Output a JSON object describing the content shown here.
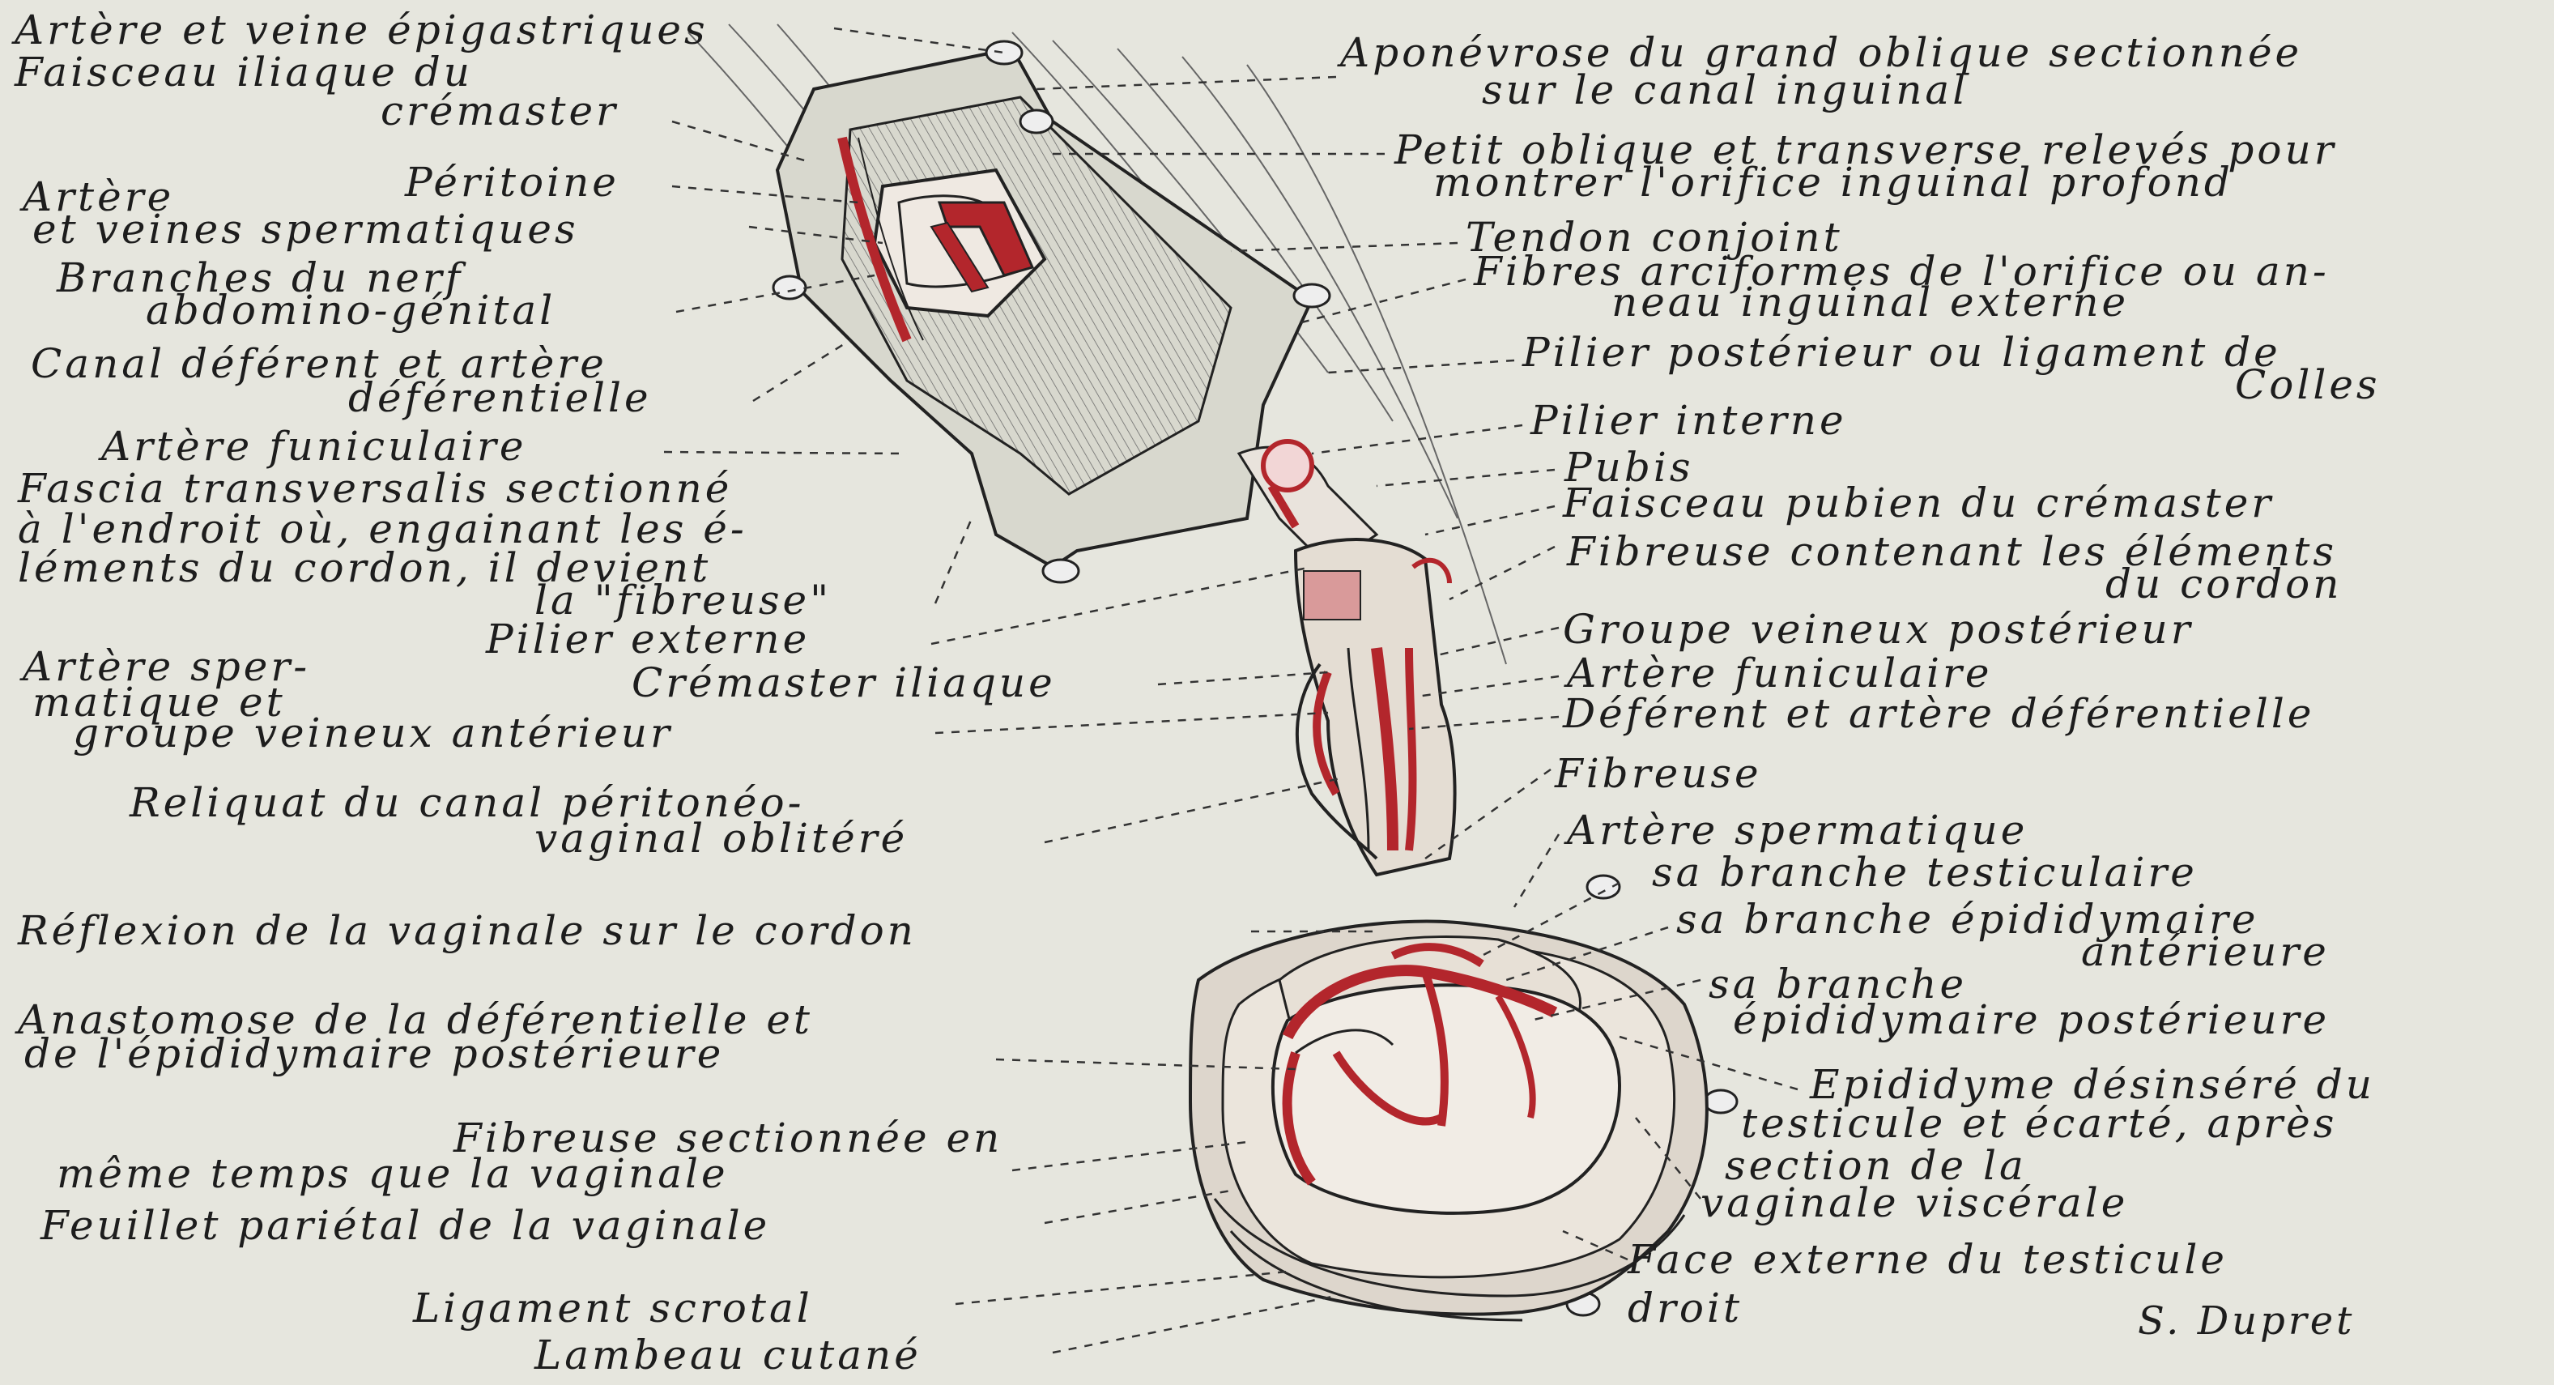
{
  "colors": {
    "background": "#e6e6de",
    "ink": "#1d1d1d",
    "vessel_red": "#b3262c",
    "cremaster_pink": "#d99a9a"
  },
  "labels": {
    "left": [
      "Artère et veine épigastriques",
      "Faisceau iliaque du",
      "crémaster",
      "Péritoine",
      "Artère",
      "et veines spermatiques",
      "Branches du nerf",
      "abdomino-génital",
      "Canal déférent et artère",
      "déférentielle",
      "Artère funiculaire",
      "Fascia transversalis sectionné",
      "à l'endroit où, engainant les é-",
      "léments du cordon, il devient",
      "la \"fibreuse\"",
      "Pilier externe",
      "Artère sper-",
      "matique et",
      "groupe veineux antérieur",
      "Crémaster iliaque",
      "Reliquat du canal péritonéo-",
      "vaginal oblitéré",
      "Réflexion de la vaginale sur le cordon",
      "Anastomose de la déférentielle et",
      "de l'épididymaire postérieure",
      "Fibreuse sectionnée en",
      "même temps que la vaginale",
      "Feuillet pariétal de la vaginale",
      "Ligament scrotal",
      "Lambeau cutané"
    ],
    "right": [
      "Aponévrose du grand oblique sectionnée",
      "sur le canal inguinal",
      "Petit oblique et transverse relevés pour",
      "montrer l'orifice inguinal profond",
      "Tendon conjoint",
      "Fibres arciformes de l'orifice ou an-",
      "neau inguinal externe",
      "Pilier postérieur ou ligament de",
      "Colles",
      "Pilier interne",
      "Pubis",
      "Faisceau pubien du crémaster",
      "Fibreuse contenant les éléments",
      "du cordon",
      "Groupe veineux postérieur",
      "Artère funiculaire",
      "Déférent et artère déférentielle",
      "Fibreuse",
      "Artère spermatique",
      "sa branche testiculaire",
      "sa branche épididymaire",
      "antérieure",
      "sa branche",
      "épididymaire postérieure",
      "Epididyme désinséré du",
      "testicule et écarté, après",
      "section de la",
      "vaginale viscérale",
      "Face externe du testicule",
      "droit"
    ]
  },
  "signature": "S. Dupret"
}
